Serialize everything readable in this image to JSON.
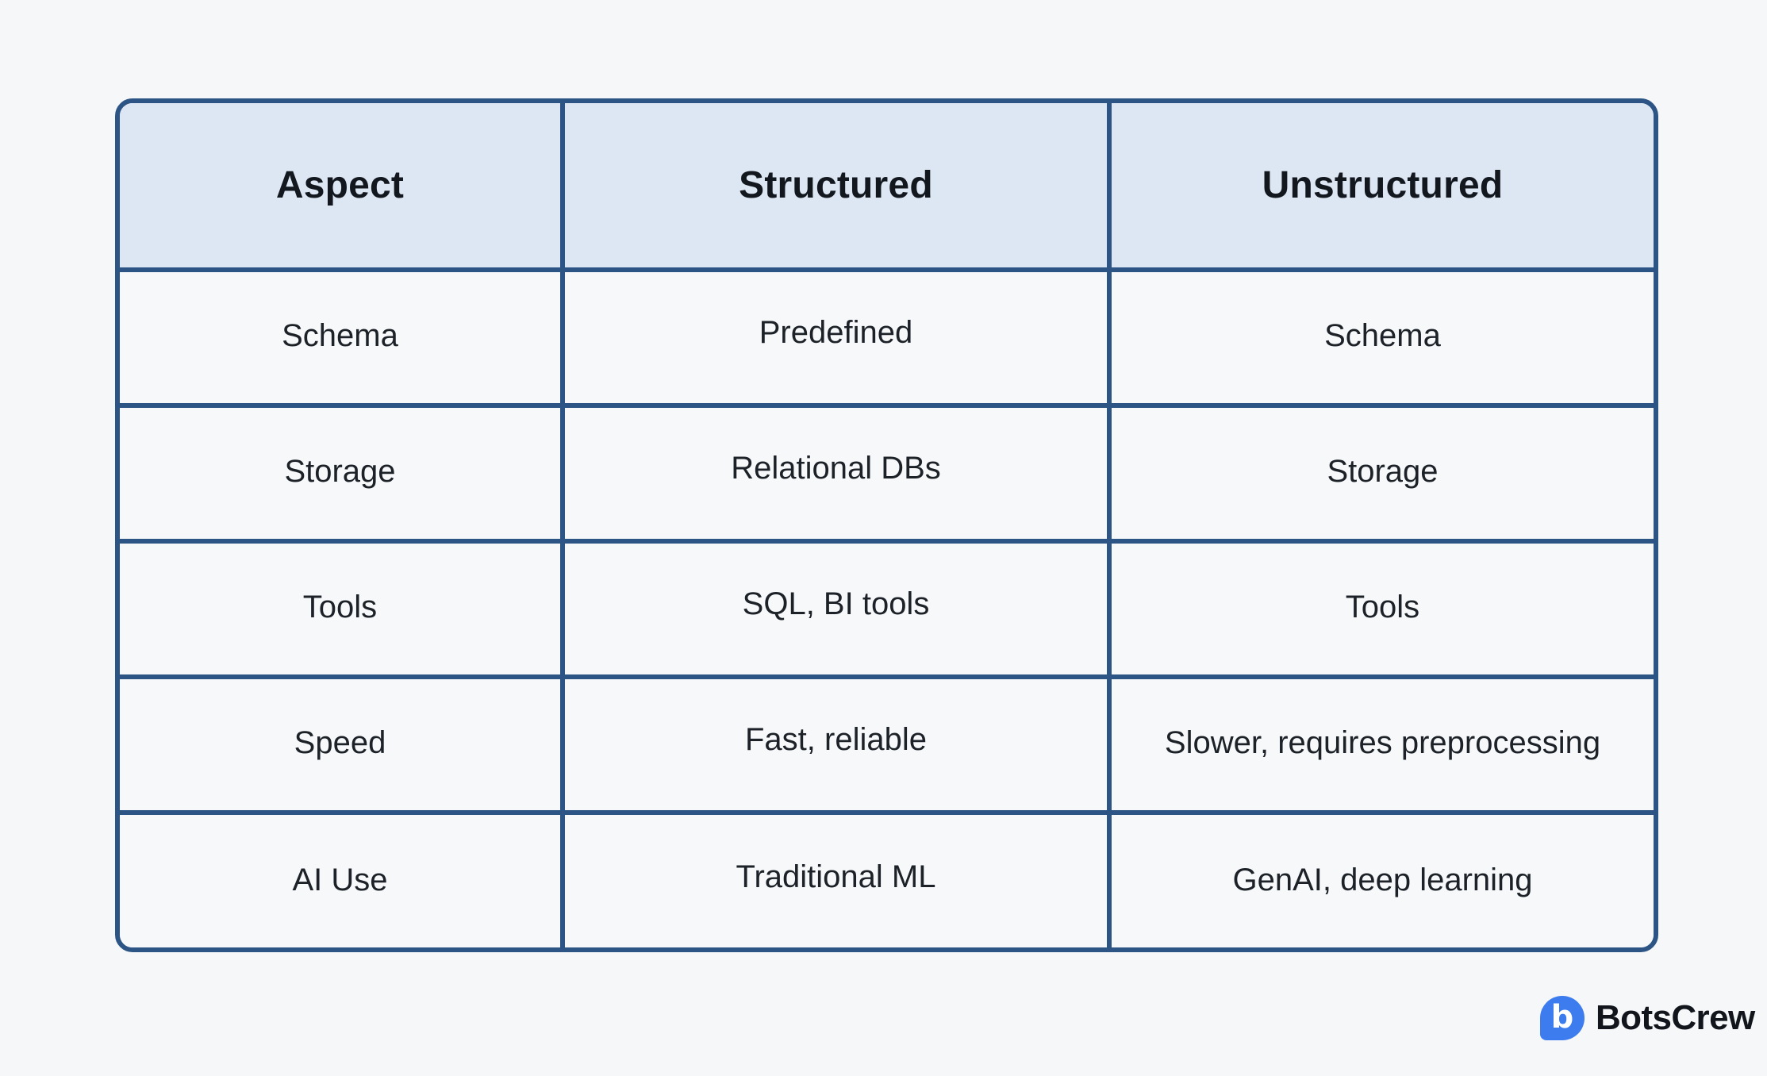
{
  "background_color": "#f6f7f9",
  "table": {
    "border_color": "#2c5585",
    "header_background": "#dde6f3",
    "body_background": "#f7f8fa",
    "headers": [
      "Aspect",
      "Structured",
      "Unstructured"
    ],
    "rows": [
      {
        "aspect": "Schema",
        "structured": "Predefined",
        "unstructured": "Schema"
      },
      {
        "aspect": "Storage",
        "structured": "Relational DBs",
        "unstructured": "Storage"
      },
      {
        "aspect": "Tools",
        "structured": "SQL, BI tools",
        "unstructured": "Tools"
      },
      {
        "aspect": "Speed",
        "structured": "Fast, reliable",
        "unstructured": "Slower, requires preprocessing"
      },
      {
        "aspect": "AI Use",
        "structured": "Traditional ML",
        "unstructured": "GenAI, deep learning"
      }
    ]
  },
  "logo": {
    "mark_glyph": "b",
    "mark_color": "#3c7cef",
    "text": "BotsCrew",
    "text_color": "#12161c"
  }
}
